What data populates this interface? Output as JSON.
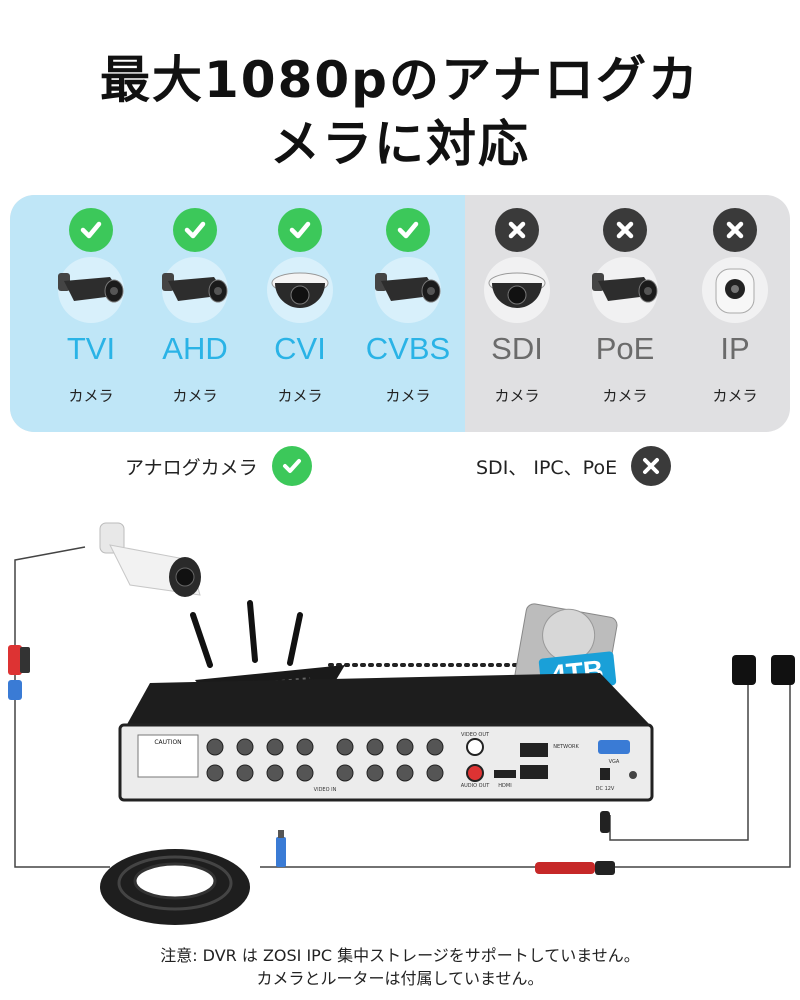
{
  "title": {
    "line1": "最大1080pのアナログカ",
    "line2": "メラに対応"
  },
  "colors": {
    "supported_bg": "#bfe6f7",
    "unsupported_bg": "#e0e0e2",
    "check_green": "#3cc85a",
    "cross_dark": "#3a3a3a",
    "label_blue": "#2ab3e6",
    "label_gray": "#6b6b6b"
  },
  "cameras": [
    {
      "type": "TVI",
      "sub": "カメラ",
      "supported": true,
      "status_icon": "check-icon",
      "device_icon": "bullet-camera-icon"
    },
    {
      "type": "AHD",
      "sub": "カメラ",
      "supported": true,
      "status_icon": "check-icon",
      "device_icon": "bullet-camera-icon"
    },
    {
      "type": "CVI",
      "sub": "カメラ",
      "supported": true,
      "status_icon": "check-icon",
      "device_icon": "dome-camera-icon"
    },
    {
      "type": "CVBS",
      "sub": "カメラ",
      "supported": true,
      "status_icon": "check-icon",
      "device_icon": "bullet-camera-icon"
    },
    {
      "type": "SDI",
      "sub": "カメラ",
      "supported": false,
      "status_icon": "cross-icon",
      "device_icon": "dome-camera-icon"
    },
    {
      "type": "PoE",
      "sub": "カメラ",
      "supported": false,
      "status_icon": "cross-icon",
      "device_icon": "bullet-camera-icon"
    },
    {
      "type": "IP",
      "sub": "カメラ",
      "supported": false,
      "status_icon": "cross-icon",
      "device_icon": "wifi-camera-icon"
    }
  ],
  "summary": {
    "supported": "アナログカメラ",
    "unsupported": "SDI、 IPC、PoE"
  },
  "diagram": {
    "hdd_capacity": "4TB",
    "label_video_out": "VIDEO OUT",
    "label_audio_out": "AUDIO OUT",
    "label_network": "NETWORK",
    "label_vga": "VGA",
    "label_hdmi": "HDMI",
    "label_dc": "DC 12V",
    "label_video_in": "VIDEO IN",
    "label_caution": "CAUTION"
  },
  "note": {
    "line1": "注意: DVR は ZOSI IPC 集中ストレージをサポートしていません。",
    "line2": "カメラとルーターは付属していません。"
  }
}
